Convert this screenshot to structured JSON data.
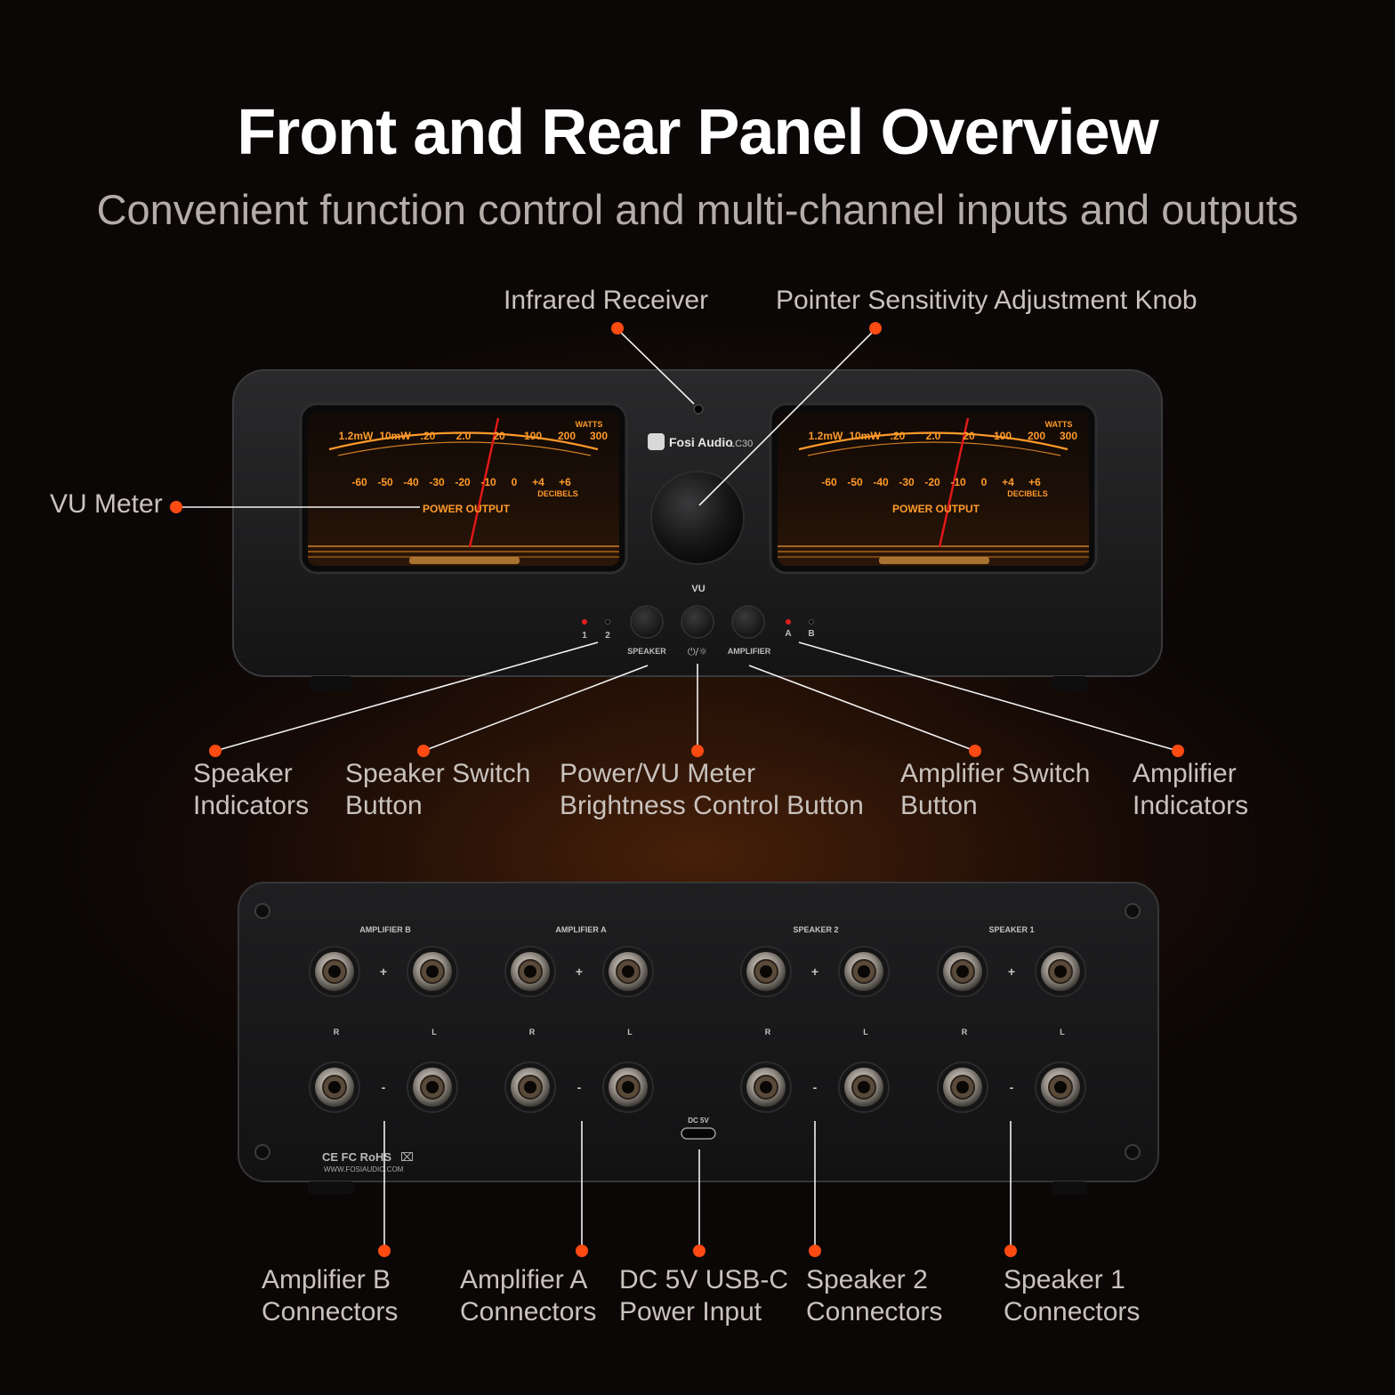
{
  "header": {
    "title": "Front and Rear Panel Overview",
    "subtitle": "Convenient function control and multi-channel inputs and outputs"
  },
  "colors": {
    "accent": "#ff4a12",
    "panel": "#1c1c1e",
    "meter_glow": "#ff9a2a",
    "needle": "#e01818"
  },
  "front_callouts": {
    "infrared": "Infrared Receiver",
    "knob": "Pointer Sensitivity Adjustment Knob",
    "vu_meter": "VU Meter",
    "speaker_indicators": [
      "Speaker",
      "Indicators"
    ],
    "speaker_switch": [
      "Speaker Switch",
      "Button"
    ],
    "power_vu": [
      "Power/VU Meter",
      "Brightness Control Button"
    ],
    "amplifier_switch": [
      "Amplifier Switch",
      "Button"
    ],
    "amplifier_indicators": [
      "Amplifier",
      "Indicators"
    ]
  },
  "rear_callouts": {
    "amp_b": [
      "Amplifier B",
      "Connectors"
    ],
    "amp_a": [
      "Amplifier A",
      "Connectors"
    ],
    "dc_input": [
      "DC 5V USB-C",
      "Power Input"
    ],
    "speaker_2": [
      "Speaker 2",
      "Connectors"
    ],
    "speaker_1": [
      "Speaker 1",
      "Connectors"
    ]
  },
  "front_panel": {
    "brand": "Fosi Audio",
    "model": "LC30",
    "vu_label": "VU",
    "meter": {
      "watts_label": "WATTS",
      "top_scale": [
        "1.2mW",
        "10mW",
        ".20",
        "2.0",
        "20",
        "100",
        "200",
        "300"
      ],
      "bottom_scale": [
        "-60",
        "-50",
        "-40",
        "-30",
        "-20",
        "-10",
        "0",
        "+4",
        "+6"
      ],
      "decibels_label": "DECIBELS",
      "power_output_label": "POWER  OUTPUT"
    },
    "speaker_led_labels": [
      "1",
      "2"
    ],
    "amp_led_labels": [
      "A",
      "B"
    ],
    "speaker_button_label": "SPEAKER",
    "power_button_label": "⏻/☼",
    "amplifier_button_label": "AMPLIFIER"
  },
  "rear_panel": {
    "groups": [
      "AMPLIFIER  B",
      "AMPLIFIER  A",
      "SPEAKER 2",
      "SPEAKER 1"
    ],
    "plus": "+",
    "minus": "-",
    "r_label": "R",
    "l_label": "L",
    "dc_label": "DC 5V",
    "cert": "CE FC RoHS",
    "website": "WWW.FOSIAUDIO.COM"
  }
}
